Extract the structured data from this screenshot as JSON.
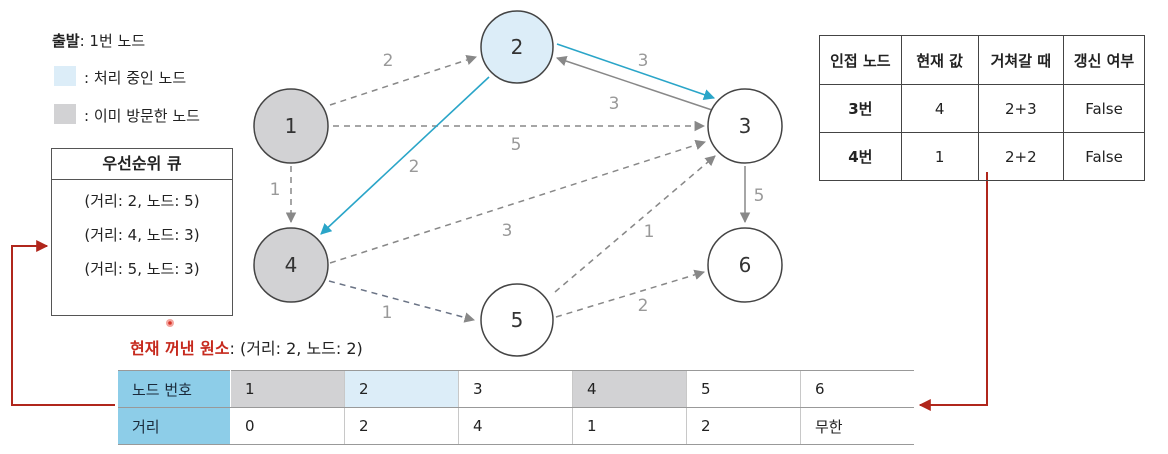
{
  "legend": {
    "start_label": "출발",
    "start_value": ": 1번 노드",
    "processing_label": ": 처리 중인 노드",
    "visited_label": ": 이미 방문한 노드",
    "processing_color": "#dcedf8",
    "visited_color": "#d2d2d4"
  },
  "queue": {
    "title": "우선순위 큐",
    "items": [
      "(거리: 2, 노드: 5)",
      "(거리: 4, 노드: 3)",
      "(거리: 5, 노드: 3)"
    ]
  },
  "current": {
    "label": "현재 꺼낸 원소",
    "value": ": (거리: 2, 노드: 2)"
  },
  "graph": {
    "nodes": [
      {
        "id": "1",
        "state": "visited"
      },
      {
        "id": "2",
        "state": "processing"
      },
      {
        "id": "3",
        "state": "normal"
      },
      {
        "id": "4",
        "state": "visited"
      },
      {
        "id": "5",
        "state": "normal"
      },
      {
        "id": "6",
        "state": "normal"
      }
    ],
    "edges": [
      {
        "from": "1",
        "to": "2",
        "weight": "2",
        "style": "dashed"
      },
      {
        "from": "1",
        "to": "3",
        "weight": "5",
        "style": "dashed"
      },
      {
        "from": "1",
        "to": "4",
        "weight": "1",
        "style": "dashed"
      },
      {
        "from": "2",
        "to": "3",
        "weight": "3",
        "style": "active"
      },
      {
        "from": "3",
        "to": "2",
        "weight": "3",
        "style": "solid"
      },
      {
        "from": "2",
        "to": "4",
        "weight": "2",
        "style": "active"
      },
      {
        "from": "3",
        "to": "6",
        "weight": "5",
        "style": "solid"
      },
      {
        "from": "4",
        "to": "3",
        "weight": "3",
        "style": "dashed"
      },
      {
        "from": "4",
        "to": "5",
        "weight": "1",
        "style": "dashed"
      },
      {
        "from": "5",
        "to": "3",
        "weight": "1",
        "style": "dashed"
      },
      {
        "from": "5",
        "to": "6",
        "weight": "2",
        "style": "dashed"
      }
    ],
    "active_color": "#2aa5c8",
    "edge_color": "#888888"
  },
  "adjacency_table": {
    "headers": [
      "인접 노드",
      "현재 값",
      "거쳐갈 때",
      "갱신 여부"
    ],
    "rows": [
      [
        "3번",
        "4",
        "2+3",
        "False"
      ],
      [
        "4번",
        "1",
        "2+2",
        "False"
      ]
    ]
  },
  "distance_table": {
    "node_header": "노드 번호",
    "distance_header": "거리",
    "nodes": [
      "1",
      "2",
      "3",
      "4",
      "5",
      "6"
    ],
    "distances": [
      "0",
      "2",
      "4",
      "1",
      "2",
      "무한"
    ]
  },
  "arrow_color": "#b0261c"
}
